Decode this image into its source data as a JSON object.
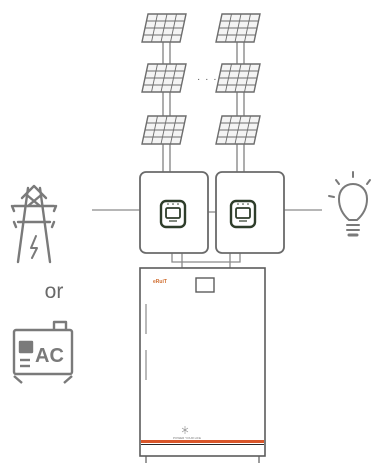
{
  "diagram": {
    "or_text": "or",
    "generator_label": "AC",
    "panel_ellipsis": "· · ·",
    "battery_brand": "eRuiT",
    "battery_footer": "POWER YOUR LIFE",
    "icons": [
      "solar-panel-icon",
      "power-tower-icon",
      "generator-icon",
      "inverter-icon",
      "light-bulb-icon",
      "battery-cabinet-icon"
    ],
    "colors": {
      "line": "#8a8a8a",
      "icon_gray": "#7a7a7a",
      "inverter_green": "#2e3d2a",
      "battery_stripe": "#d9562a",
      "brand_orange": "#cf6b2c"
    }
  }
}
